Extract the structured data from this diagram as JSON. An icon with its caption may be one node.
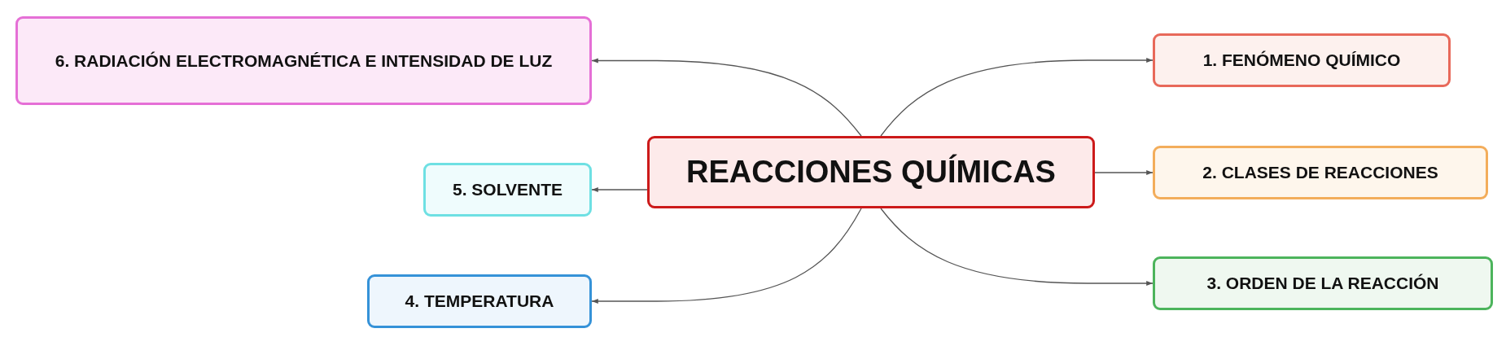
{
  "diagram": {
    "nodes": [
      {
        "text": [
          "REACCIONES QUÍMICAS"
        ]
      },
      {
        "text": [
          "1. FENÓMENO QUÍMICO"
        ]
      },
      {
        "text": [
          "2. CLASES DE REACCIONES"
        ]
      },
      {
        "text": [
          "3. ORDEN DE LA REACCIÓN"
        ]
      },
      {
        "text": [
          "4. TEMPERATURA"
        ]
      },
      {
        "text": [
          "5. SOLVENTE"
        ]
      },
      {
        "text": [
          "6. RADIACIÓN ELECTROMAGNÉTICA E INTENSIDAD DE LUZ"
        ]
      }
    ],
    "edges": [
      {
        "from": 0,
        "to": 1,
        "arrow": "to"
      },
      {
        "from": 0,
        "to": 2,
        "arrow": "to"
      },
      {
        "from": 0,
        "to": 3,
        "arrow": "to"
      },
      {
        "from": 0,
        "to": 4,
        "arrow": "to"
      },
      {
        "from": 0,
        "to": 5,
        "arrow": "to"
      },
      {
        "from": 0,
        "to": 6,
        "arrow": "to"
      }
    ]
  }
}
